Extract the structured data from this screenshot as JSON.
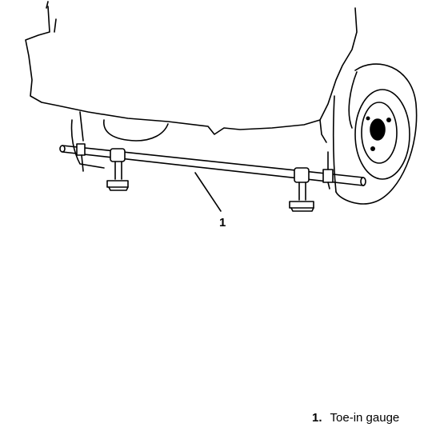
{
  "callout": {
    "number": "1"
  },
  "legend": [
    {
      "number": "1.",
      "label": "Toe-in gauge"
    }
  ],
  "colors": {
    "ink": "#000000",
    "background": "#ffffff"
  }
}
